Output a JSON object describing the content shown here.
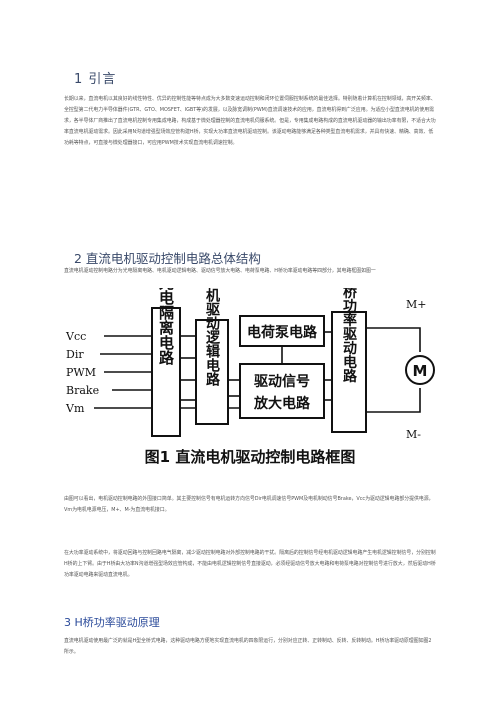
{
  "section1": {
    "heading": "1 引言",
    "paragraph": "长期以来，直流电机以其良好的线性特性、优异的控制性能等特点成为大多数变速运动控制和闭环位置伺服控制系统的最佳选择。特别随着计算机在控制领域，高开关频率、全控型第二代电力半导体器件(GTR、GTO、MOSFET、IGBT等)的发展，以及脉宽调制(PWM)直流调速技术的应用，直流电机得到广泛应用。为适应小型直流电机的使用需求，各半导体厂商推出了直流电机控制专用集成电路，构成基于微处理器控制的直流电机伺服系统。但是，专用集成电路构成的直流电机驱动器的输出功率有限，不适合大功率直流电机驱动需求。因此采用N沟道增强型场效应管构建H桥，实现大功率直流电机驱动控制。该驱动电路能够满足各种类型直流电机需求，并具有快速、精确、高效、低功耗等特点，可直接与微处理器接口，可应用PWM技术实现直流电机调速控制。"
  },
  "section2": {
    "heading": "2 直流电机驱动控制电路总体结构",
    "intro": "直流电机驱动控制电路分为光电隔离电路、电机驱动逻辑电路、驱动信号放大电路、电荷泵电路、H桥功率驱动电路等四部分，其电路框图如图一",
    "after_figure_1": "由图可以看出，电机驱动控制电路的外围接口简单。其主要控制信号有电机运转方向信号Dir电机调速信号PWM及电机制动信号Brake，Vcc为驱动逻辑电路部分提供电源，Vm为电机电源电压，M+、M-为直流电机接口。",
    "after_figure_2": "在大功率驱动系统中，将驱动回路与控制回路电气隔离，减少驱动控制电路对外部控制电路的干扰。隔离后的控制信号经电机驱动逻辑电路产生电机逻辑控制信号，分别控制H桥的上下臂。由于H桥由大功率N沟道增强型场效应管构成，不能由电机逻辑控制信号直接驱动，必须经驱动信号放大电路和电荷泵电路对控制信号进行放大，然后驱动H桥功率驱动电路来驱动直流电机。"
  },
  "section3": {
    "heading": "3 H桥功率驱动原理",
    "paragraph": "直流电机驱动使用最广泛的就是H型全桥式电路，这种驱动电路方便地实现直流电机的四象限运行，分别对应正转、正转制动、反转、反转制动。H桥功率驱动原理图如图2所示。"
  },
  "figure1": {
    "inputs": [
      "Vcc",
      "Dir",
      "PWM",
      "Brake",
      "Vm"
    ],
    "block_isolation": "光电隔离电路",
    "block_logic": "电机驱动逻辑电路",
    "block_charge_pump": "电荷泵电路",
    "block_amplifier": [
      "驱动信号",
      "放大电路"
    ],
    "block_hbridge": "H桥功率驱动电路",
    "motor_label": "M",
    "out_plus": "M+",
    "out_minus": "M-",
    "caption": "图1  直流电机驱动控制电路框图"
  }
}
